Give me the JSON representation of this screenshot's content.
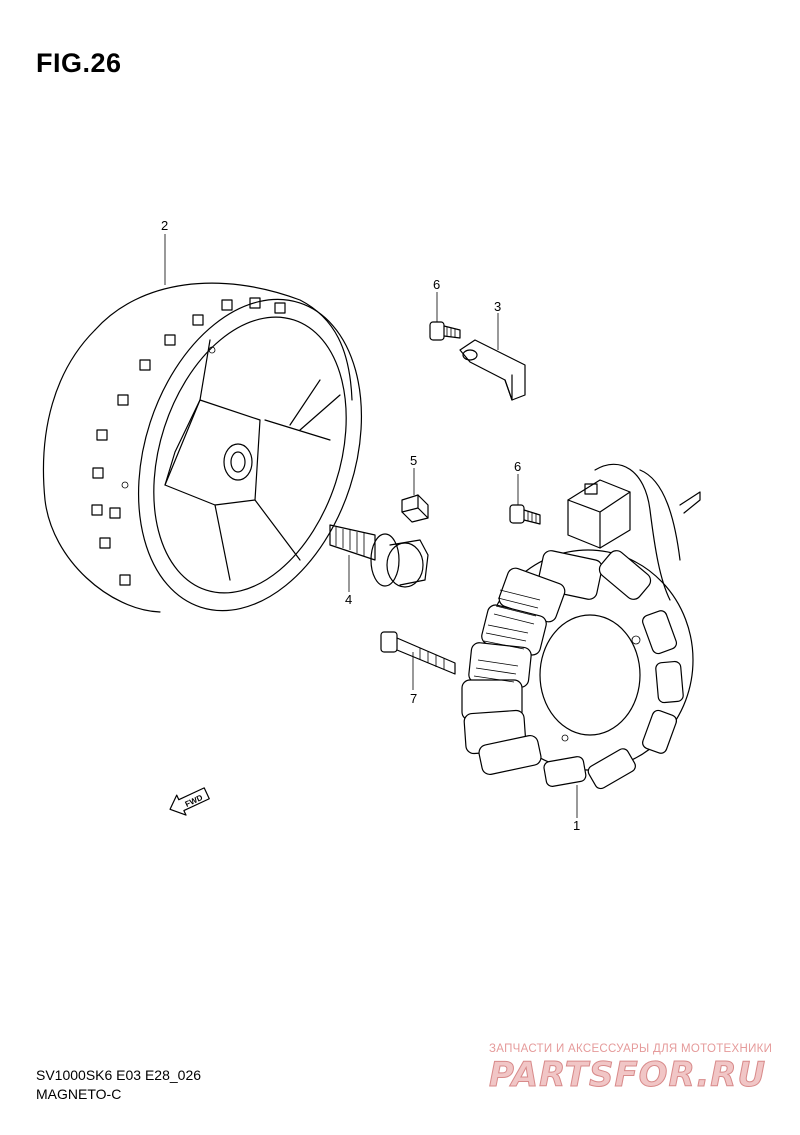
{
  "figure": {
    "title": "FIG.26"
  },
  "callouts": [
    {
      "id": "1",
      "label": "1"
    },
    {
      "id": "2",
      "label": "2"
    },
    {
      "id": "3",
      "label": "3"
    },
    {
      "id": "4",
      "label": "4"
    },
    {
      "id": "5",
      "label": "5"
    },
    {
      "id": "6a",
      "label": "6"
    },
    {
      "id": "6b",
      "label": "6"
    },
    {
      "id": "7",
      "label": "7"
    }
  ],
  "direction_marker": {
    "label": "FWD",
    "icon": "fwd-arrow-icon"
  },
  "footer": {
    "model_code": "SV1000SK6 E03 E28_026",
    "section_name": "MAGNETO-C"
  },
  "watermark": {
    "tagline": "ЗАПЧАСТИ И АКСЕССУАРЫ ДЛЯ МОТОТЕХНИКИ",
    "logo_text": "PARTSFOR.RU",
    "color": "#e59a9a"
  }
}
